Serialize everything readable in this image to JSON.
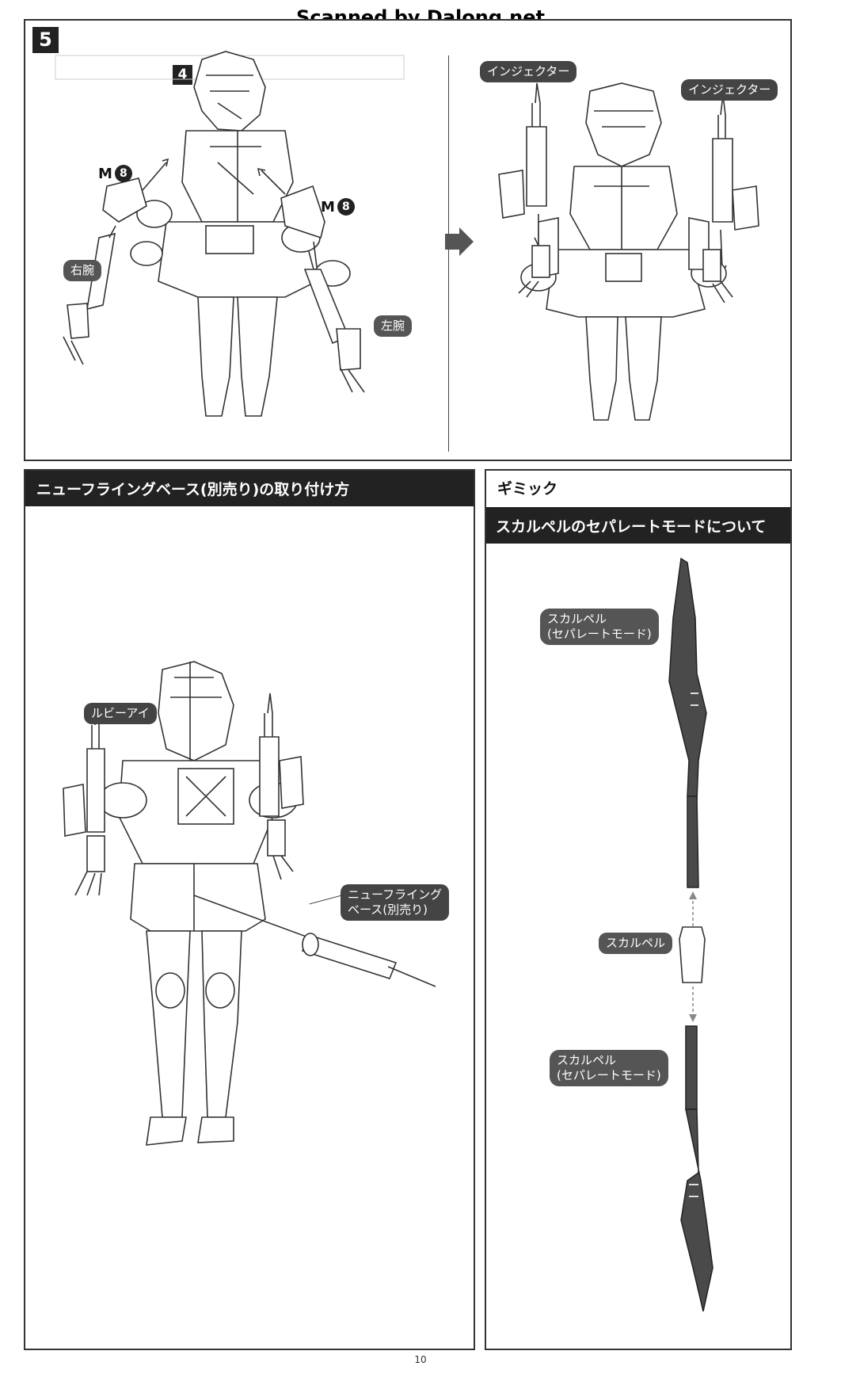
{
  "scan_note": "Scanned by Dalong.net",
  "step": {
    "number": "5",
    "sub_step": "4",
    "labels": {
      "injector_1": "インジェクター",
      "injector_2": "インジェクター",
      "right_arm": "右腕",
      "left_arm": "左腕",
      "part_code_left": "M",
      "part_code_right": "M",
      "part_number": "8"
    }
  },
  "flying_base": {
    "title": "ニューフライングベース(別売り)の取り付け方",
    "ruby_eye": "ルビーアイ",
    "base_label_line1": "ニューフライング",
    "base_label_line2": "ベース(別売り)"
  },
  "gimmick": {
    "title": "ギミック",
    "subtitle": "スカルペルのセパレートモードについて",
    "scalpel_top_line1": "スカルペル",
    "scalpel_top_line2": "(セパレートモード)",
    "scalpel_mid": "スカルペル",
    "scalpel_bottom_line1": "スカルペル",
    "scalpel_bottom_line2": "(セパレートモード)"
  },
  "page_number": "10"
}
